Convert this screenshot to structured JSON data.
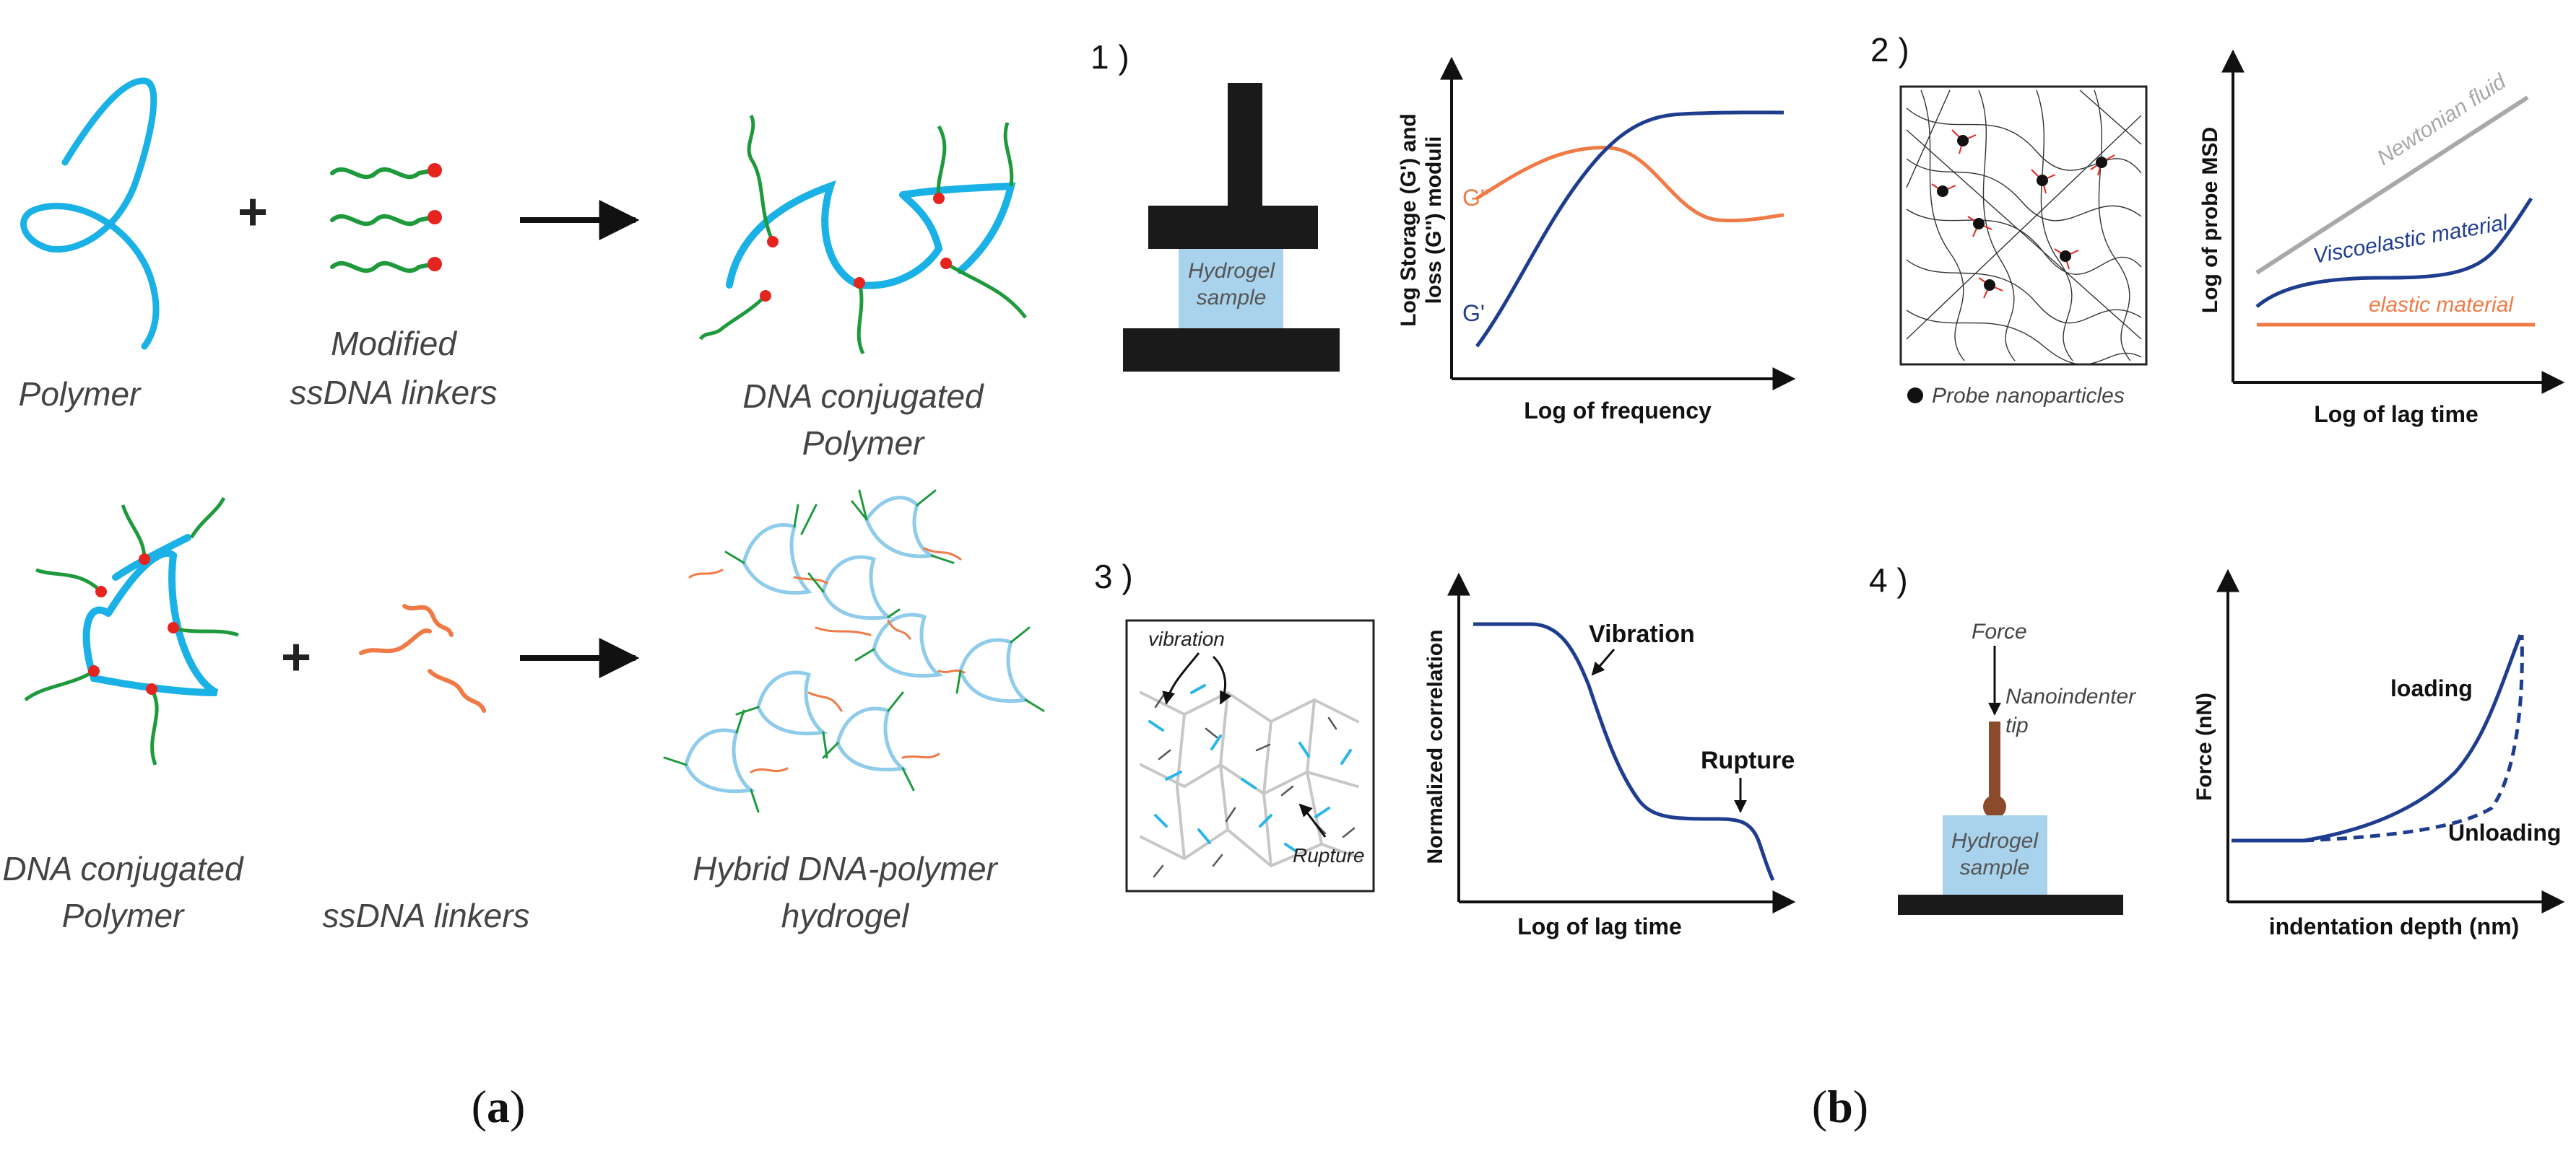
{
  "colors": {
    "polymer": "#1ab1e6",
    "ssdna": "#1e9a3c",
    "linker": "#f07a45",
    "node": "#e52420",
    "plot_blue": "#1f3d8f",
    "plot_orange": "#f07a45",
    "plot_gray": "#a8a8a8",
    "sample_fill": "#a9d3ec",
    "dark": "#1a1a1a",
    "probe": "#111111",
    "tip": "#8b4a2b"
  },
  "panel_a": {
    "label_a": "a",
    "polymer": "Polymer",
    "modified_linkers": [
      "Modified",
      "ssDNA linkers"
    ],
    "dna_conjugated_top": [
      "DNA conjugated",
      "Polymer"
    ],
    "dna_conjugated_bottom": [
      "DNA conjugated",
      "Polymer"
    ],
    "ssdna_linkers": "ssDNA linkers",
    "hybrid": [
      "Hybrid DNA-polymer",
      "hydrogel"
    ],
    "plus": "+"
  },
  "panel_b": {
    "label_b": "b",
    "rheometer": {
      "number": "1 )",
      "sample": [
        "Hydrogel",
        "sample"
      ],
      "ylabel": [
        "Log Storage (G') and",
        "loss (G'') moduli"
      ],
      "xlabel": "Log of frequency",
      "g2_label": "G''",
      "g1_label": "G'"
    },
    "microrheology": {
      "number": "2 )",
      "probe_legend": "Probe nanoparticles",
      "ylabel": "Log of probe MSD",
      "xlabel": "Log of lag time",
      "newtonian": "Newtonian fluid",
      "viscoelastic": "Viscoelastic material",
      "elastic": "elastic material"
    },
    "dls": {
      "number": "3 )",
      "vibration_small": "vibration",
      "rupture_small": "Rupture",
      "ylabel": "Normalized correlation",
      "xlabel": "Log of lag time",
      "vibration": "Vibration",
      "rupture": "Rupture"
    },
    "indentation": {
      "number": "4 )",
      "force": "Force",
      "tip": [
        "Nanoindenter",
        "tip"
      ],
      "sample": [
        "Hydrogel",
        "sample"
      ],
      "ylabel": "Force (nN)",
      "xlabel": "indentation depth (nm)",
      "loading": "loading",
      "unloading": "Unloading"
    }
  }
}
